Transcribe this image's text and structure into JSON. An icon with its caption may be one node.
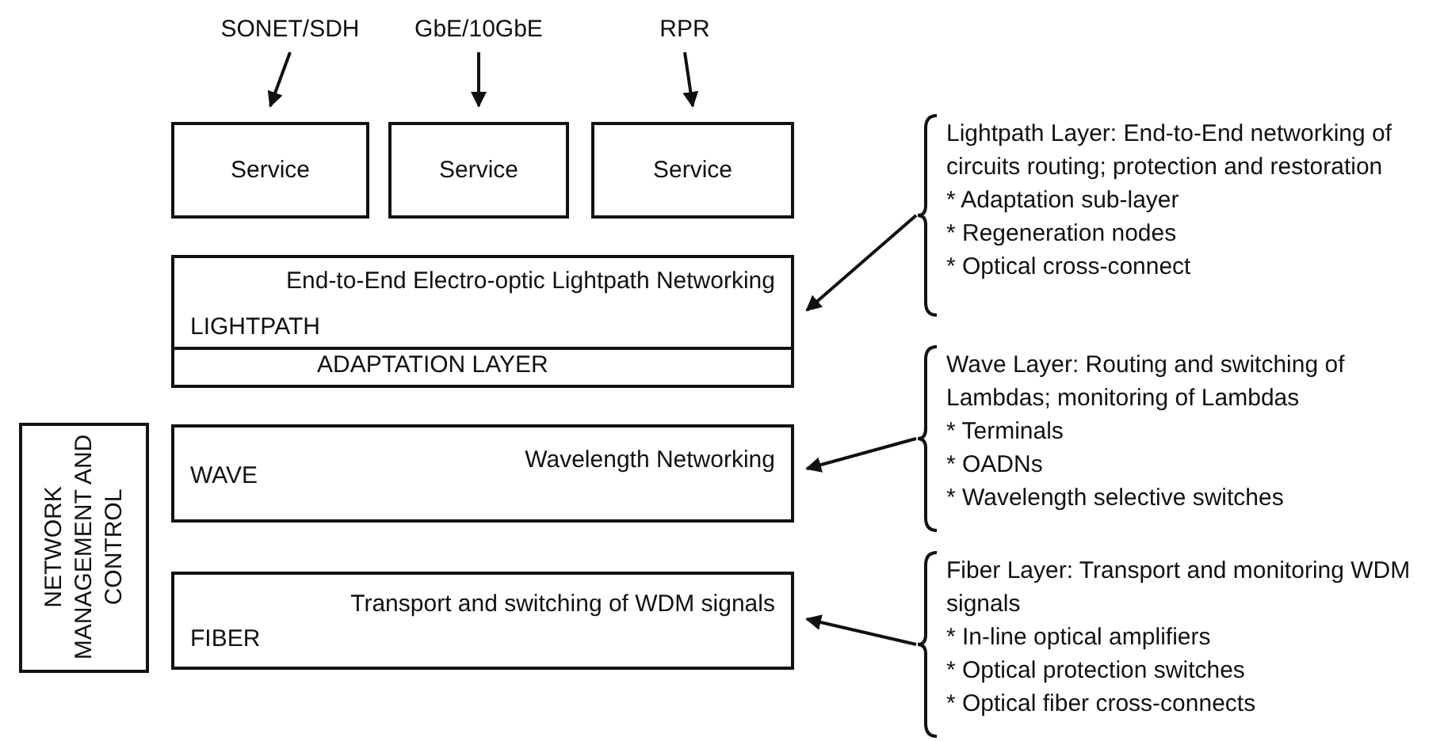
{
  "diagram": {
    "nodes": [
      {
        "text": [
          "SONET/SDH"
        ]
      },
      {
        "text": [
          "GbE/10GbE"
        ]
      },
      {
        "text": [
          "RPR"
        ]
      },
      {
        "text": [
          "Service"
        ]
      },
      {
        "text": [
          "Service"
        ]
      },
      {
        "text": [
          "Service"
        ]
      },
      {
        "text": [
          "End-to-End Electro-optic Lightpath Networking",
          "LIGHTPATH"
        ]
      },
      {
        "text": [
          "ADAPTATION LAYER"
        ]
      },
      {
        "text": [
          "Wavelength Networking",
          "WAVE"
        ]
      },
      {
        "text": [
          "Transport and switching of WDM signals",
          "FIBER"
        ]
      },
      {
        "text": [
          "NETWORK MANAGEMENT AND CONTROL"
        ]
      },
      {
        "text": [
          "Lightpath Layer: End-to-End networking of circuits routing; protection and restoration",
          "* Adaptation sub-layer",
          "* Regeneration nodes",
          "* Optical cross-connect"
        ]
      },
      {
        "text": [
          "Wave Layer: Routing and switching of Lambdas; monitoring of Lambdas",
          "* Terminals",
          "* OADNs",
          "* Wavelength selective switches"
        ]
      },
      {
        "text": [
          "Fiber Layer: Transport and monitoring WDM signals",
          "* In-line optical amplifiers",
          "* Optical protection switches",
          "* Optical fiber cross-connects"
        ]
      }
    ],
    "edges": [
      {
        "from": 0,
        "to": 3,
        "arrow": "to"
      },
      {
        "from": 1,
        "to": 4,
        "arrow": "to"
      },
      {
        "from": 2,
        "to": 5,
        "arrow": "to"
      },
      {
        "from": 11,
        "to": 6,
        "arrow": "to"
      },
      {
        "from": 12,
        "to": 8,
        "arrow": "to"
      },
      {
        "from": 13,
        "to": 9,
        "arrow": "to"
      }
    ]
  }
}
